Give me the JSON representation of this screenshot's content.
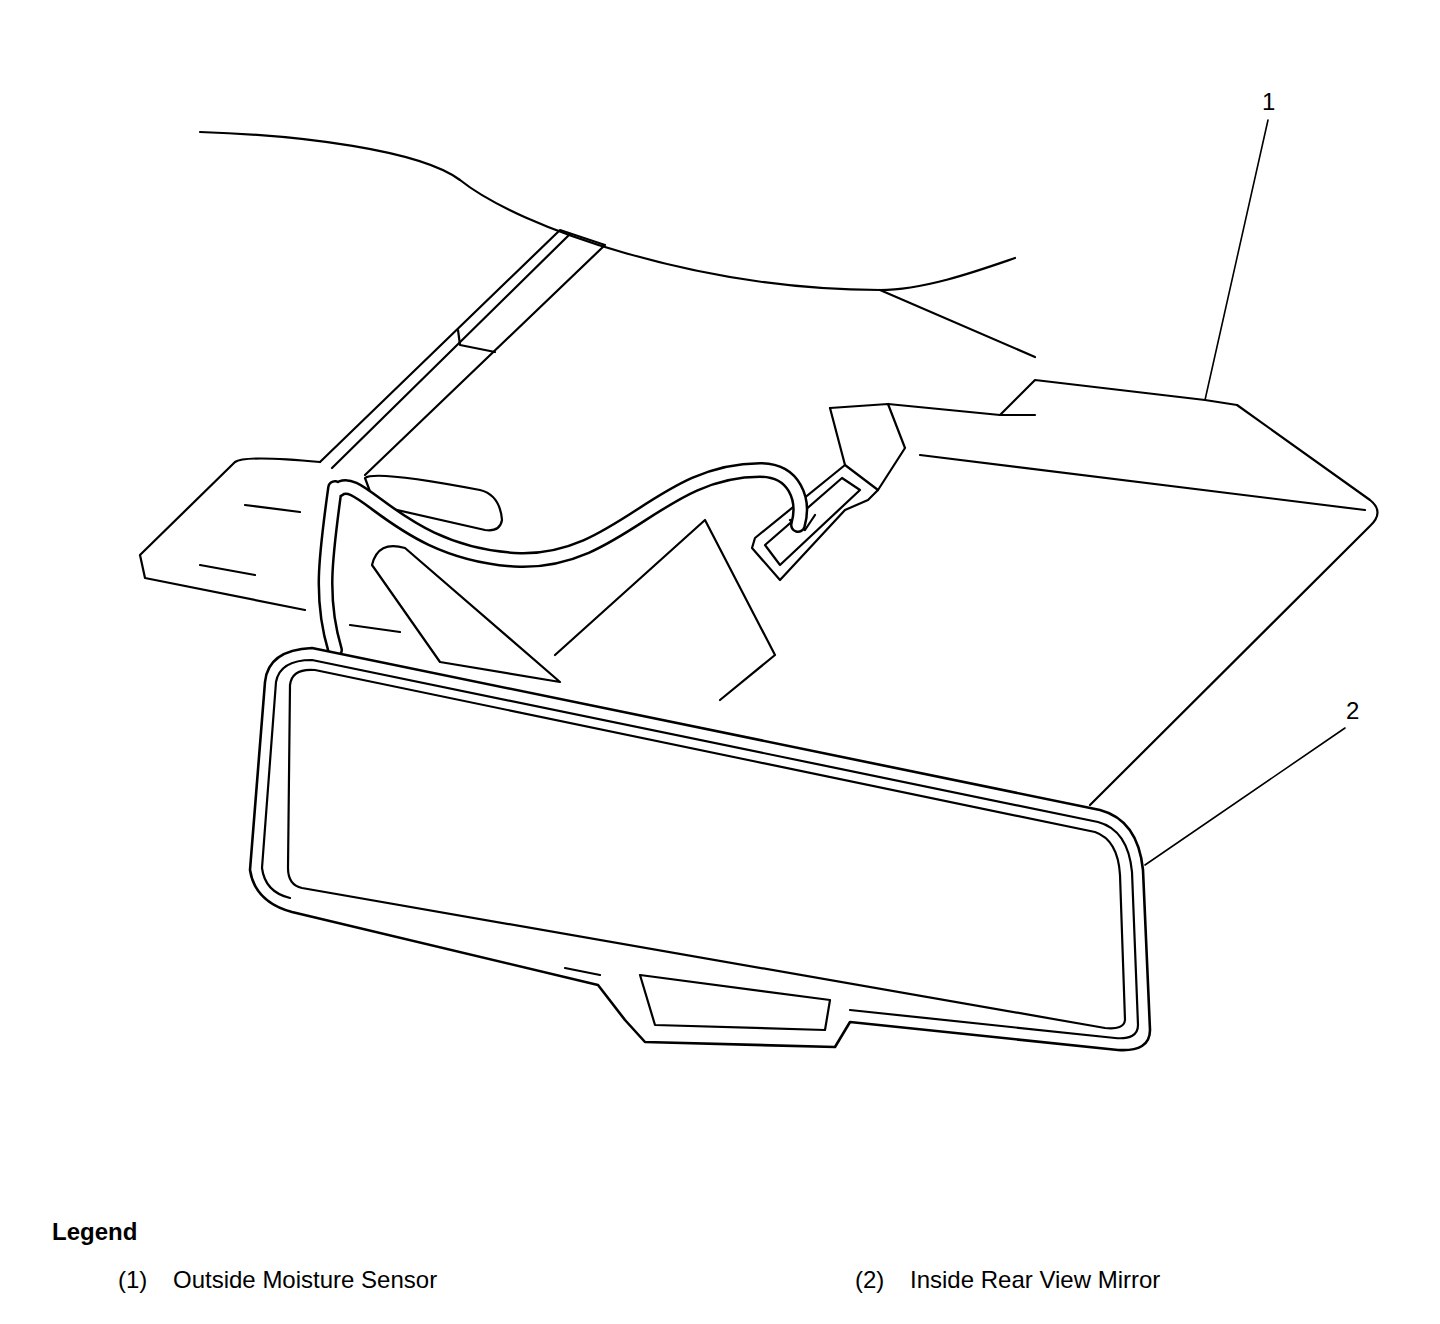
{
  "diagram": {
    "labels": [
      "1",
      "2",
      "Legend",
      "(1)",
      "(2)"
    ],
    "legend": [
      {
        "text": "Outside Moisture Sensor"
      },
      {
        "text": "Inside Rear View Mirror"
      }
    ]
  }
}
